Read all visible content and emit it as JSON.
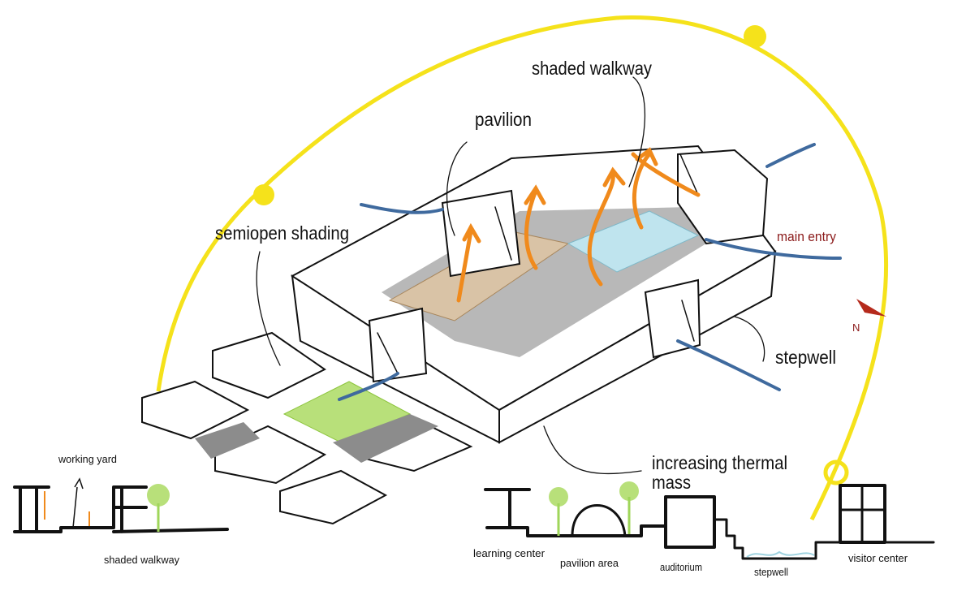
{
  "labels": {
    "shaded_walkway_top": "shaded walkway",
    "pavilion": "pavilion",
    "semiopen_shading": "semiopen shading",
    "main_entry": "main entry",
    "north": "N",
    "stepwell": "stepwell",
    "thermal_mass": [
      "increasing thermal",
      "mass"
    ],
    "working_yard": "working yard",
    "shaded_walkway_bottom": "shaded walkway"
  },
  "section_labels": {
    "learning_center": "learning center",
    "pavilion_area": "pavilion area",
    "auditorium": "auditorium",
    "stepwell": "stepwell",
    "visitor_center": "visitor center"
  },
  "colors": {
    "sun_path": "#f5e21b",
    "wind": "#3f6a9e",
    "heat_flow": "#f08a1c",
    "main_entry": "#8b1a1a",
    "north_arrow": "#b52a1c",
    "vegetation": "#9fd65a",
    "water": "#9fd3e0",
    "shadow": "#8c8c8c"
  }
}
